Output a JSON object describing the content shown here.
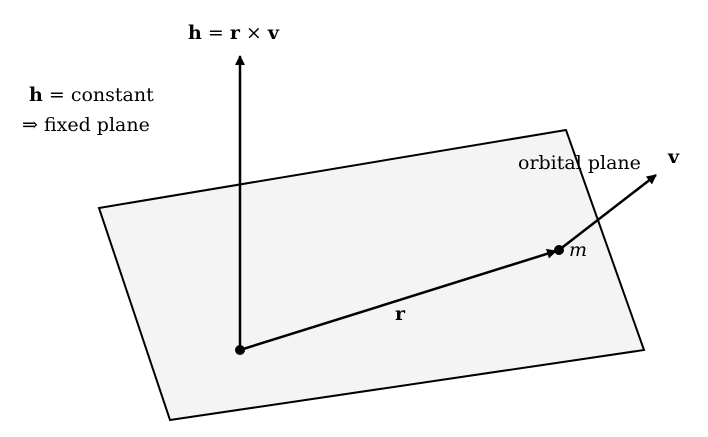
{
  "diagram": {
    "h_equation": {
      "h": "h",
      "eq": " = ",
      "r": "r",
      "times": " × ",
      "v": "v"
    },
    "h_constant": {
      "h": "h",
      "rest": " = constant"
    },
    "fixed_plane": "⇒ fixed plane",
    "orbital_plane": "orbital plane",
    "v_label": "v",
    "m_label": "m",
    "r_label": "r",
    "colors": {
      "plane_fill": "#f4f4f4",
      "stroke": "#000000"
    }
  }
}
